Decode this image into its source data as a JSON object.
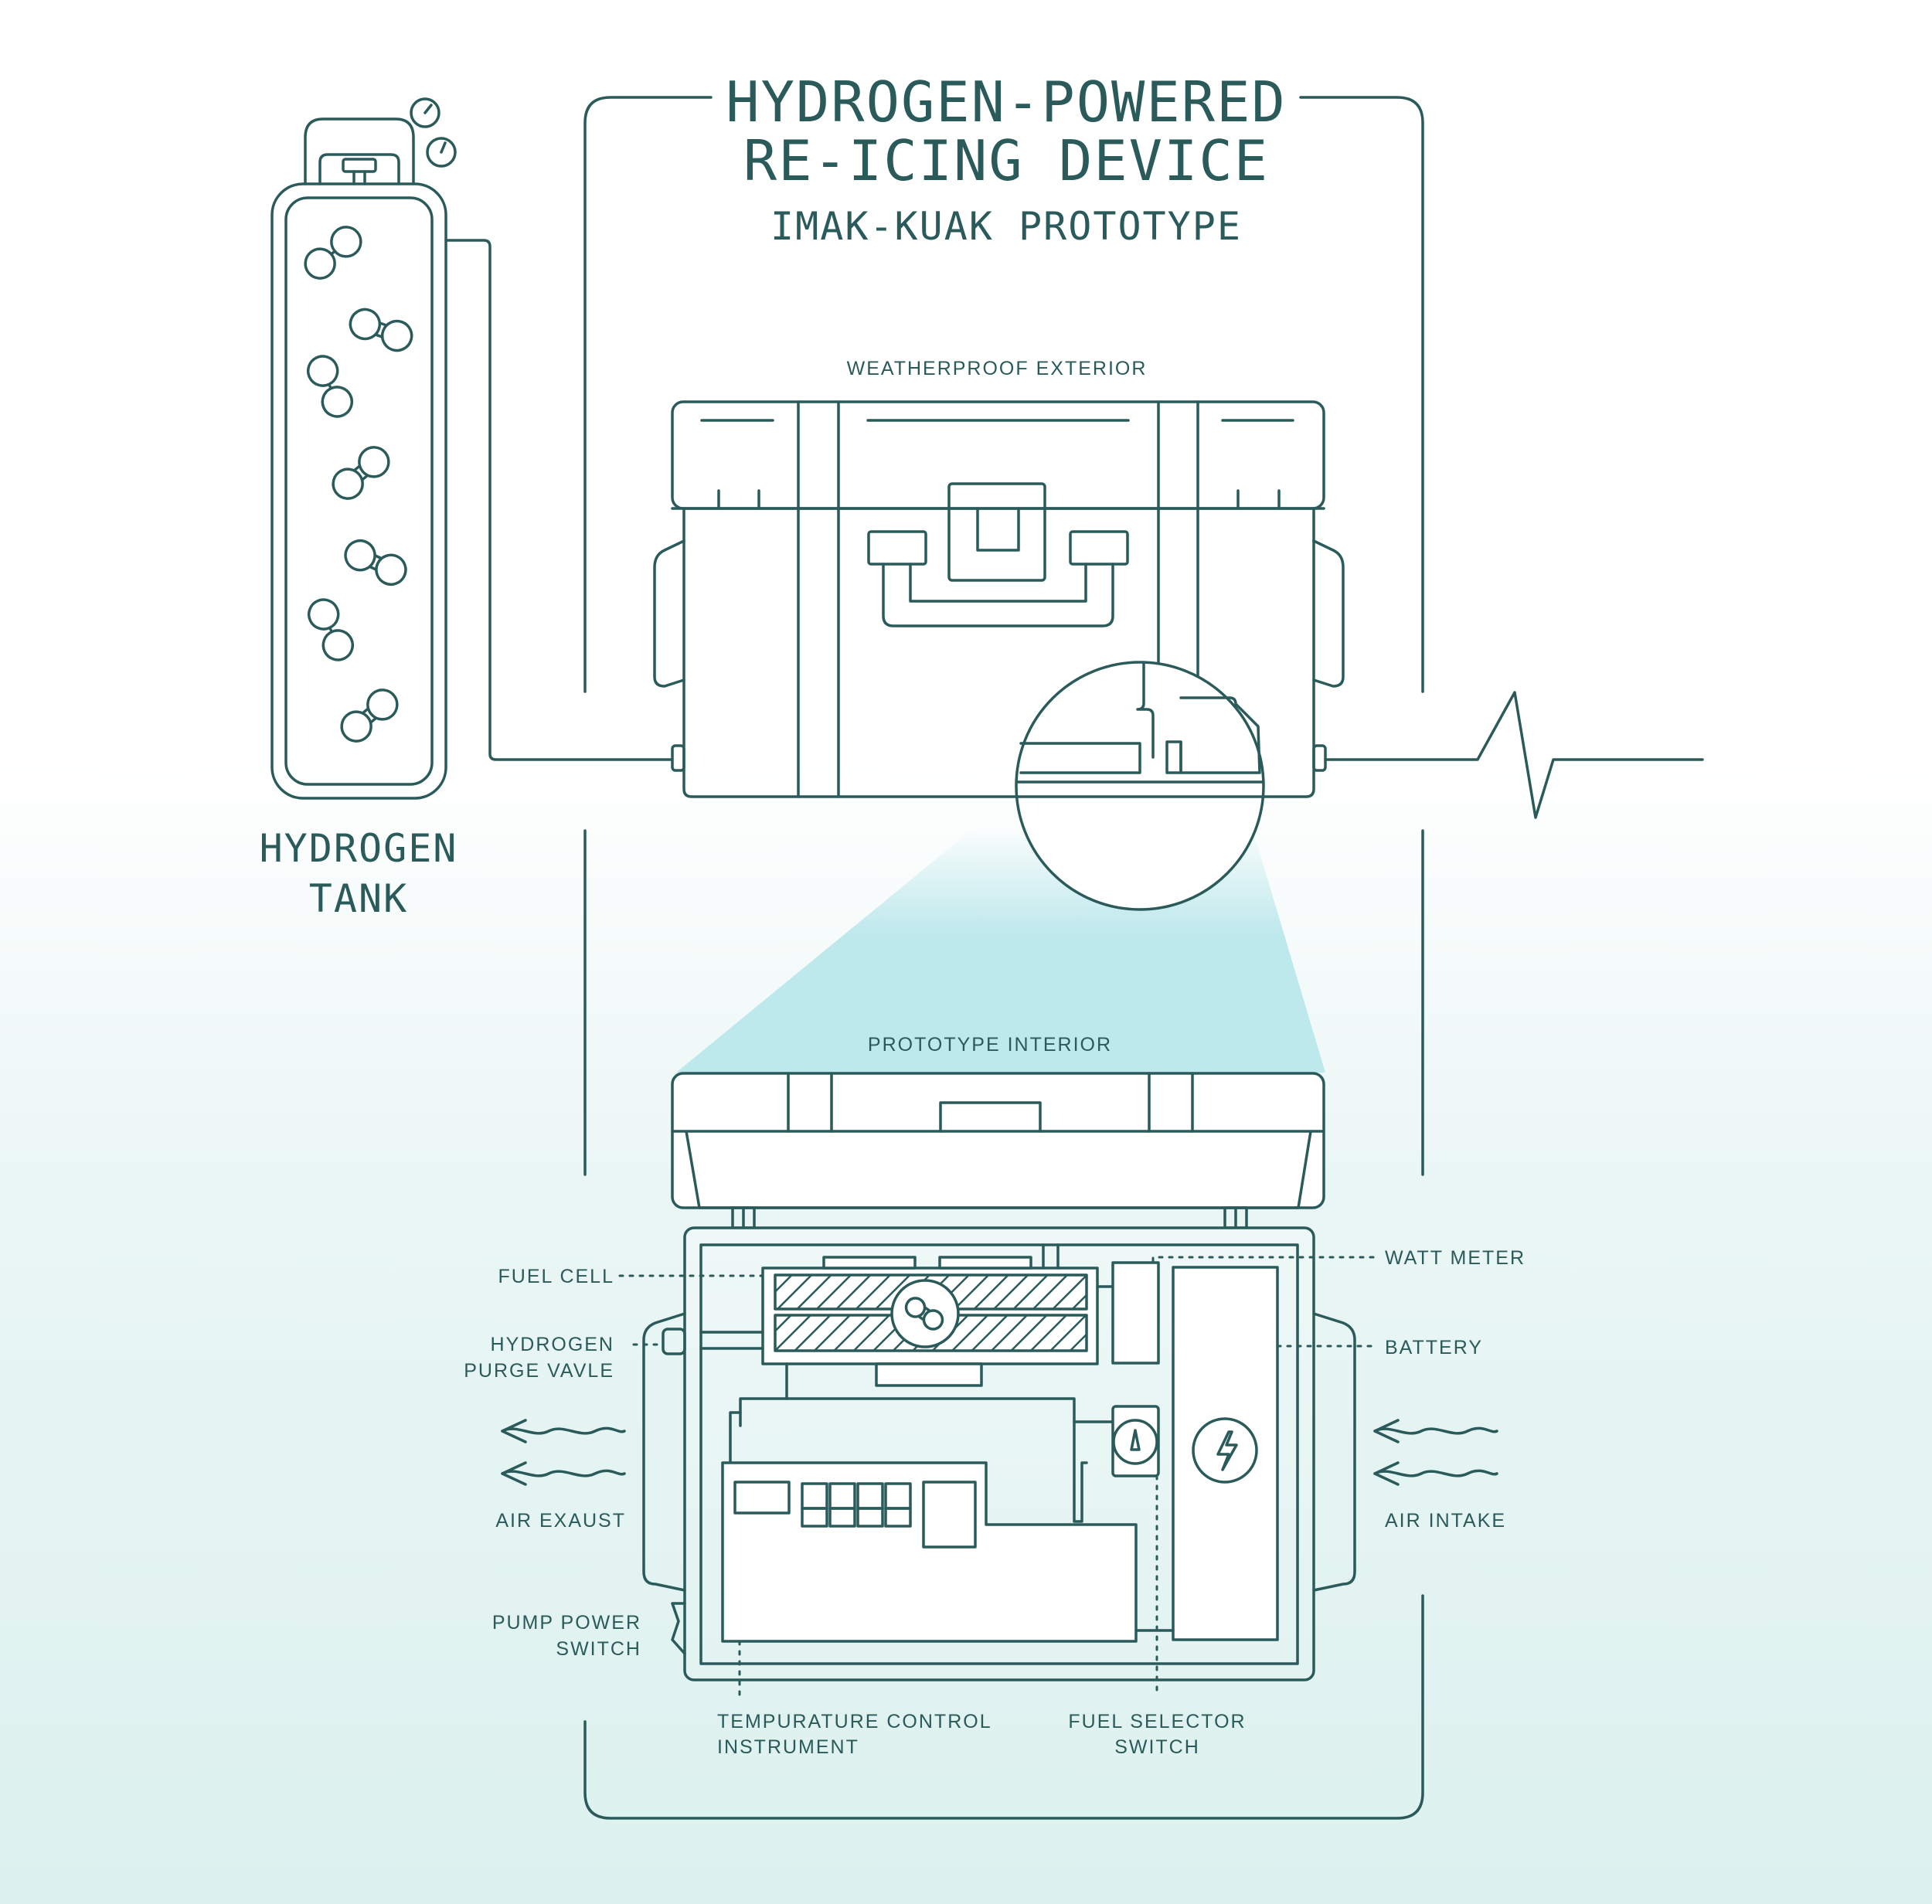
{
  "title": {
    "line1": "HYDROGEN-POWERED",
    "line2": "RE-ICING DEVICE",
    "subtitle": "IMAK-KUAK PROTOTYPE"
  },
  "tank": {
    "line1": "HYDROGEN",
    "line2": "TANK"
  },
  "sections": {
    "exterior": "WEATHERPROOF EXTERIOR",
    "interior": "PROTOTYPE INTERIOR"
  },
  "labels": {
    "fuel_cell": "FUEL CELL",
    "purge_valve_1": "HYDROGEN",
    "purge_valve_2": "PURGE VAVLE",
    "air_exhaust": "AIR EXAUST",
    "pump_switch_1": "PUMP POWER",
    "pump_switch_2": "SWITCH",
    "watt_meter": "WATT METER",
    "battery": "BATTERY",
    "air_intake": "AIR INTAKE",
    "temp_control_1": "TEMPURATURE CONTROL",
    "temp_control_2": "INSTRUMENT",
    "fuel_selector_1": "FUEL SELECTOR",
    "fuel_selector_2": "SWITCH"
  },
  "colors": {
    "line": "#2a5a5a",
    "beam": "#bde8ec",
    "background_bottom": "#dcf1ef"
  }
}
